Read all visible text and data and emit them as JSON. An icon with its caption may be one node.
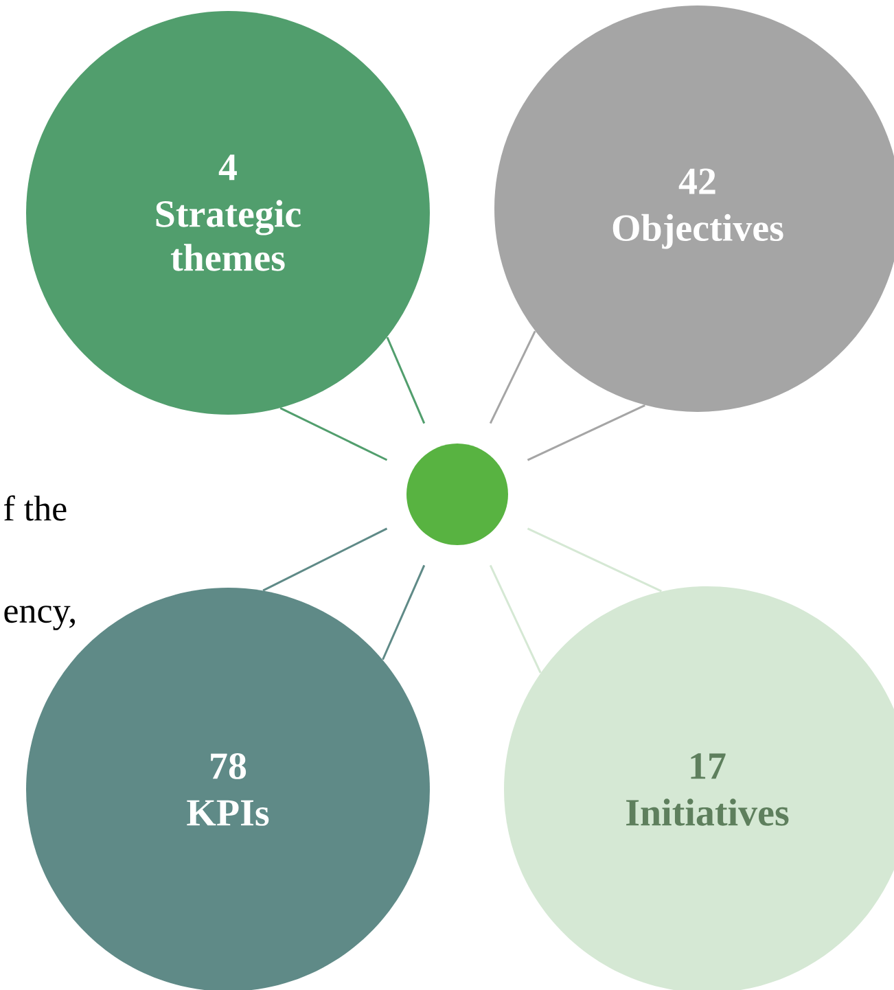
{
  "diagram": {
    "nodes": [
      {
        "text": [
          "4",
          "Strategic themes"
        ]
      },
      {
        "text": [
          "42",
          "Objectives"
        ]
      },
      {
        "text": [],
        "shape": "circle"
      },
      {
        "text": [
          "78",
          "KPIs"
        ]
      },
      {
        "text": [
          "17",
          "Initiatives"
        ]
      }
    ],
    "edges": [
      {
        "from": 2,
        "to": 0,
        "arrow": "none",
        "color": "#519e6d"
      },
      {
        "from": 2,
        "to": 0,
        "arrow": "none",
        "color": "#519e6d"
      },
      {
        "from": 2,
        "to": 1,
        "arrow": "none",
        "color": "#a5a5a5"
      },
      {
        "from": 2,
        "to": 1,
        "arrow": "none",
        "color": "#a5a5a5"
      },
      {
        "from": 2,
        "to": 3,
        "arrow": "none",
        "color": "#5f8a87"
      },
      {
        "from": 2,
        "to": 3,
        "arrow": "none",
        "color": "#5f8a87"
      },
      {
        "from": 2,
        "to": 4,
        "arrow": "none",
        "color": "#d5e8d4"
      },
      {
        "from": 2,
        "to": 4,
        "arrow": "none",
        "color": "#d5e8d4"
      }
    ],
    "labels": [
      "f the",
      "ency,"
    ]
  }
}
